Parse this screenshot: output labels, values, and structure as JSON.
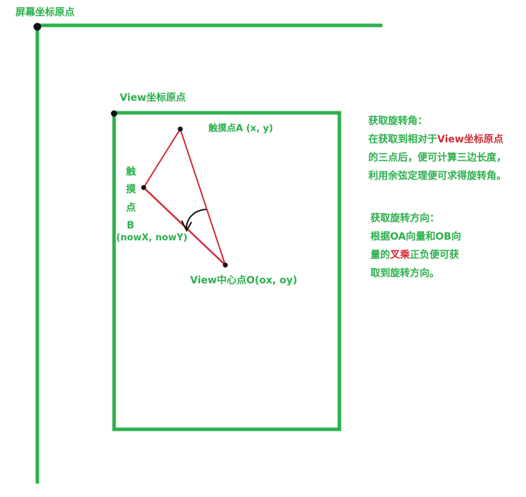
{
  "colors": {
    "green": "#2bb04c",
    "red": "#d12a36",
    "black": "#111111"
  },
  "labels": {
    "screen_origin": "屏幕坐标原点",
    "view_origin": "View坐标原点",
    "touch_a": "触摸点A (x, y)",
    "touch_b_chars": [
      "触",
      "摸",
      "点",
      "B"
    ],
    "touch_b_coords": "(nowX, nowY)",
    "center_o": "View中心点O(ox, oy)"
  },
  "notes": {
    "angle": {
      "title": "获取旋转角：",
      "line1_prefix": "在获取到相对于",
      "line1_highlight": "View坐标原点",
      "line2": "的三点后，便可计算三边长度，",
      "line3": "利用余弦定理便可求得旋转角。"
    },
    "direction": {
      "title": "获取旋转方向：",
      "line1": "根据OA向量和OB向",
      "line2_prefix": "量的",
      "line2_highlight": "叉乘",
      "line2_suffix": "正负便可获",
      "line3": "取到旋转方向。"
    }
  }
}
